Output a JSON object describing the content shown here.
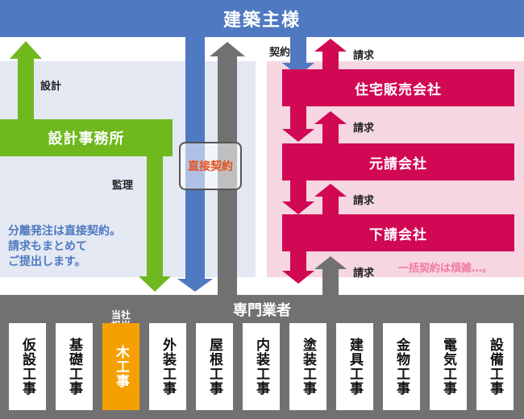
{
  "header": {
    "title": "建築主様"
  },
  "left_panel": {
    "design_office": "設計事務所",
    "label_design": "設計",
    "label_supervision": "監理",
    "note_lines": [
      "分離発注は直接契約。",
      "請求もまとめて",
      "ご提出します。"
    ]
  },
  "center": {
    "direct_contract": "直接契約"
  },
  "right_panel": {
    "label_contract": "契約",
    "label_invoice": "請求",
    "companies": [
      "住宅販売会社",
      "元請会社",
      "下請会社"
    ],
    "note": "一括契約は煩雑…。"
  },
  "bottom": {
    "title": "専門業者",
    "highlight_tag": "当社担当",
    "trades": [
      "仮設工事",
      "基礎工事",
      "木工事",
      "外装工事",
      "屋根工事",
      "内装工事",
      "塗装工事",
      "建具工事",
      "金物工事",
      "電気工事",
      "設備工事"
    ]
  },
  "colors": {
    "header_blue": "#4f79c0",
    "green": "#6fb91f",
    "crimson": "#d10853",
    "gray": "#717171",
    "orange": "#f5a000",
    "left_bg": "#e3e8f3",
    "right_bg": "#f6d6e1"
  }
}
